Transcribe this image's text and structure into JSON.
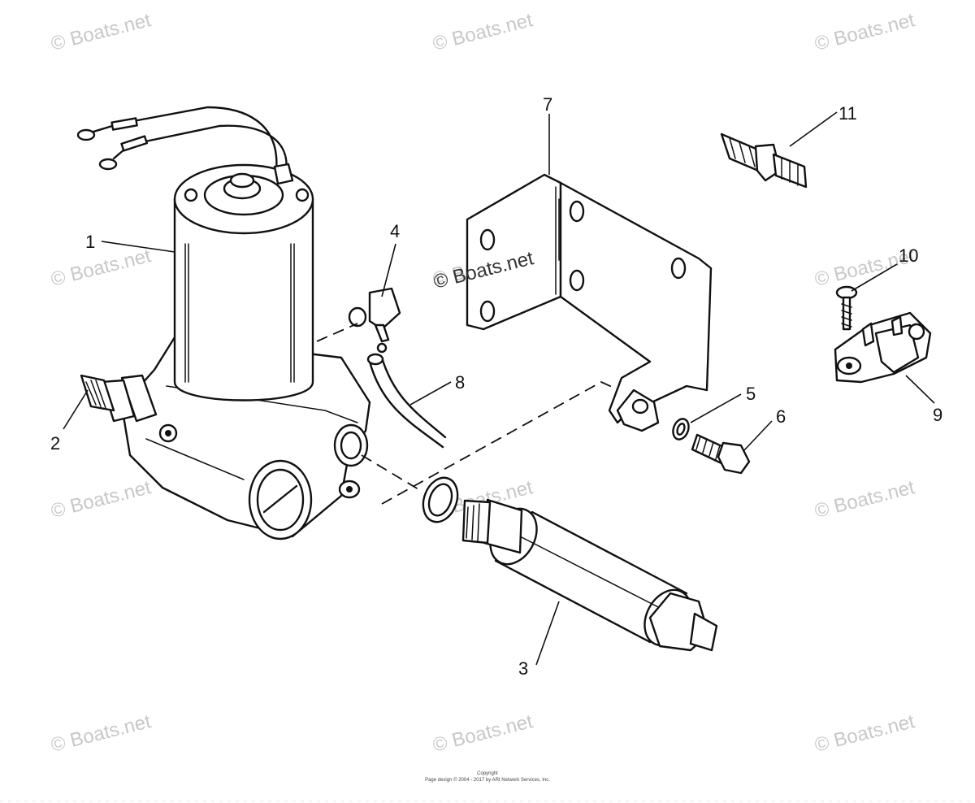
{
  "watermarks": [
    "© Boats.net",
    "© Boats.net",
    "© Boats.net",
    "© Boats.net",
    "© Boats.net",
    "© Boats.net",
    "© Boats.net",
    "© Boats.net",
    "© Boats.net",
    "© Boats.net",
    "© Boats.net",
    "© Boats.net"
  ],
  "center_watermark": "© Boats.net",
  "callouts": {
    "p1": "1",
    "p2": "2",
    "p3": "3",
    "p4": "4",
    "p5": "5",
    "p6": "6",
    "p7": "7",
    "p8": "8",
    "p9": "9",
    "p10": "10",
    "p11": "11"
  },
  "footer": {
    "line1": "Copyright",
    "line2": "Page design © 2004 - 2017 by ARI Network Services, Inc."
  }
}
